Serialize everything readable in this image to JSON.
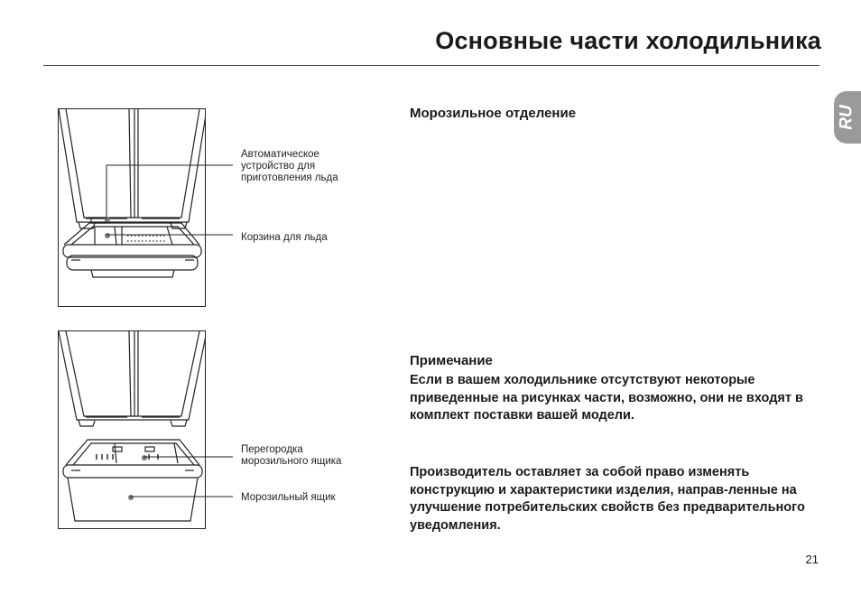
{
  "page": {
    "title": "Основные части холодильника",
    "lang_tab": "RU",
    "page_number": "21"
  },
  "figures": {
    "freezer_ice": {
      "labels": [
        "Автоматическое\nустройство для\nприготовления льда",
        "Корзина для льда"
      ]
    },
    "freezer_drawer": {
      "labels": [
        "Перегородка\nморозильного ящика",
        "Морозильный ящик"
      ]
    }
  },
  "text": {
    "freezer_heading": "Морозильное отделение",
    "note_heading": "Примечание",
    "note_body": "Если в вашем холодильнике отсутствуют некоторые приведенные на рисунках части, возможно, они не входят в комплект поставки вашей модели.",
    "disclaimer": "Производитель оставляет за собой право изменять конструкцию и характеристики изделия, направ-ленные на улучшение потребительских свойств без предварительного уведомления."
  },
  "colors": {
    "lang_tab_bg": "#9a9a9a",
    "text": "#1a1a1a"
  }
}
